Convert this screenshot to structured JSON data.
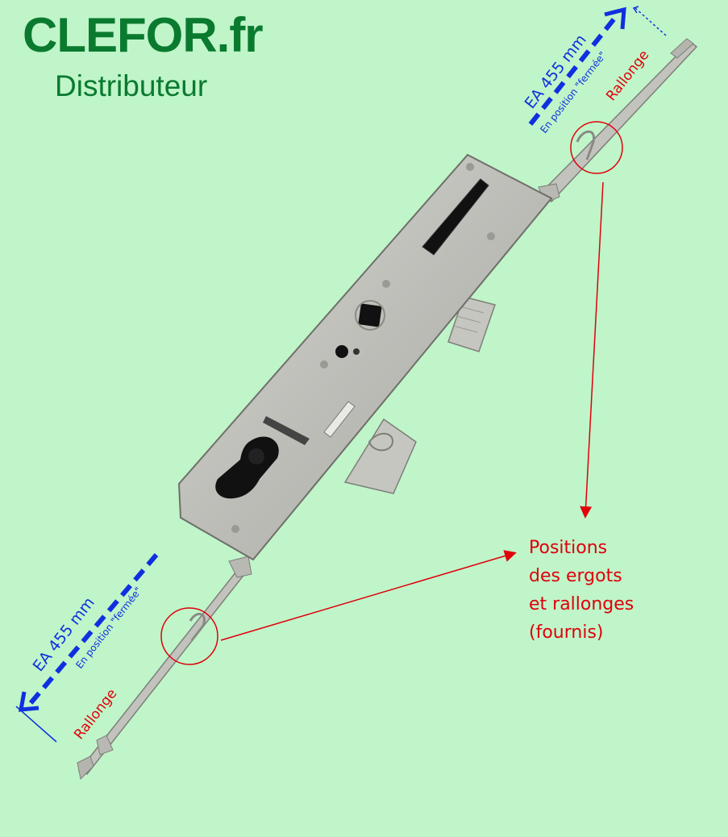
{
  "brand": {
    "title": "CLEFOR.fr",
    "subtitle": "Distributeur"
  },
  "top_dimension": {
    "label": "EA 455 mm",
    "sublabel": "En position \"fermée\"",
    "extension_label": "Rallonge"
  },
  "bottom_dimension": {
    "label": "EA 455 mm",
    "sublabel": "En position \"fermée\"",
    "extension_label": "Rallonge"
  },
  "callout": {
    "lines": [
      "Positions",
      "des ergots",
      "et rallonges",
      "(fournis)"
    ]
  },
  "colors": {
    "background": "#bff5c9",
    "brand": "#0a7a2f",
    "annotation_red": "#e0000a",
    "dimension_blue": "#1030e0",
    "metal": "#c9c9c4"
  }
}
